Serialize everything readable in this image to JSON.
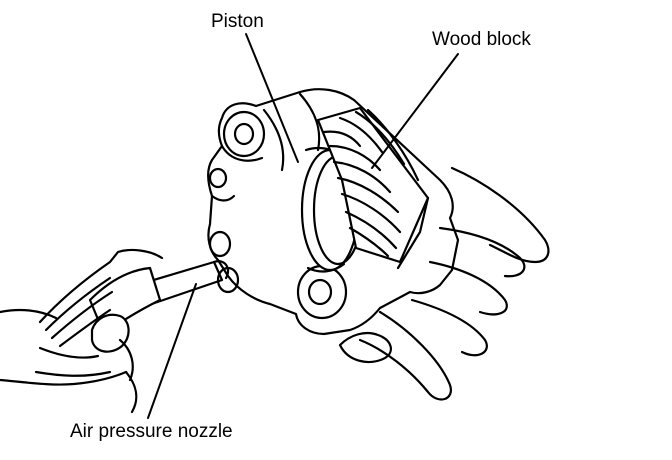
{
  "labels": {
    "piston": "Piston",
    "wood_block": "Wood block",
    "air_pressure_nozzle": "Air pressure nozzle"
  },
  "colors": {
    "line": "#000000",
    "background": "#ffffff"
  }
}
